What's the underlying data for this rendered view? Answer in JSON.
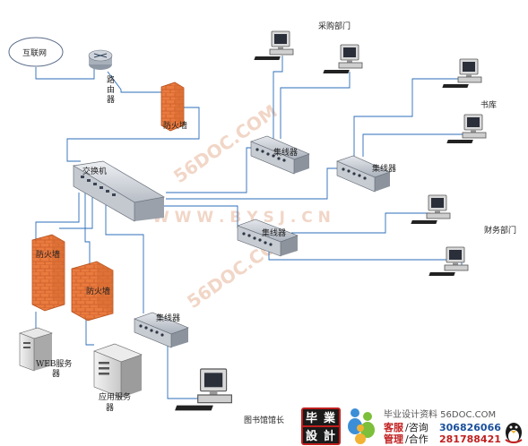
{
  "nodes": {
    "internet": "互联网",
    "router": [
      "路",
      "由",
      "器"
    ],
    "firewall_top": "防火墙",
    "switch": "交换机",
    "hub_upper_left": "集线器",
    "hub_upper_right": "集线器",
    "hub_middle": "集线器",
    "hub_lower": "集线器",
    "firewall_left": "防火墙",
    "firewall_center": "防火墙",
    "web_server": [
      "WEB服务",
      "器"
    ],
    "app_server": [
      "应用服务",
      "器"
    ]
  },
  "departments": {
    "purchasing": "采购部门",
    "bookstore": "书库",
    "finance": "财务部门",
    "librarian": "图书馆馆长"
  },
  "watermarks": [
    "56DOC.COM",
    "W W W . B Y S J . C N",
    "56DOC.COM"
  ],
  "footer": {
    "logo_chars": [
      "毕",
      "業",
      "設",
      "計"
    ],
    "site_line": "毕业设计资料 56DOC.COM",
    "row1_label_a": "客服",
    "row1_label_b": "/咨询",
    "row1_number": "306826066",
    "row2_label_a": "管理",
    "row2_label_b": "/合作",
    "row2_number": "281788421"
  },
  "colors": {
    "line": "#2b6cb8",
    "firewall": "#e8763a",
    "hub_top": "#c9ced6",
    "watermark": "#e7b59a",
    "footer_red": "#c0201f",
    "footer_blue": "#1a4f9c"
  }
}
